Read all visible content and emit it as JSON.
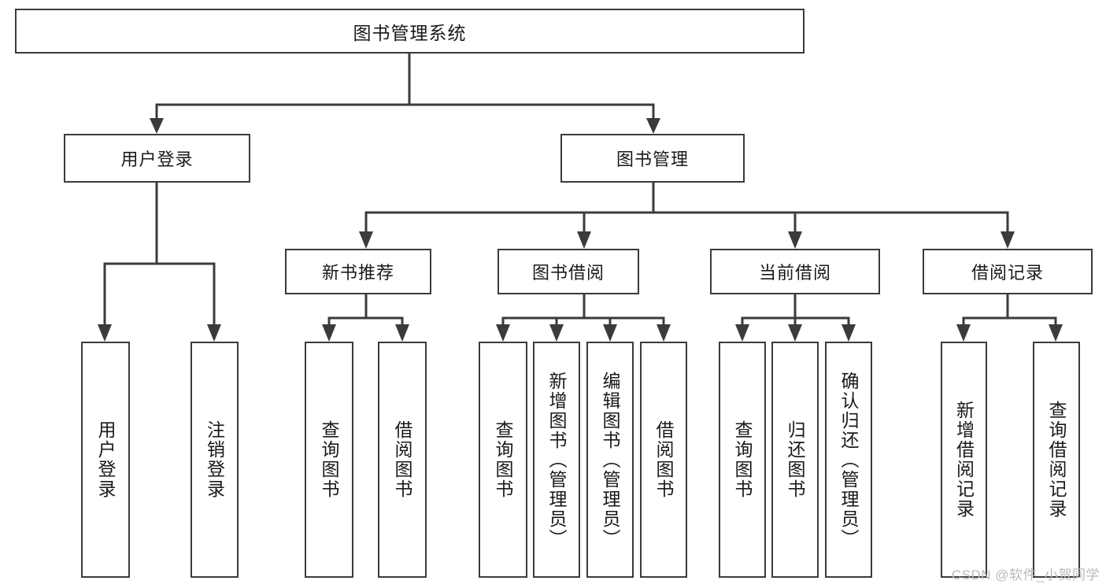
{
  "diagram": {
    "title": "图书管理系统",
    "type": "tree-hierarchy-diagram",
    "colors": {
      "stroke": "#3b3b3b",
      "background": "#ffffff",
      "text": "#1a1a1a",
      "watermark": "#b9b9b9"
    },
    "root": {
      "label": "图书管理系统"
    },
    "level2": [
      {
        "label": "用户登录"
      },
      {
        "label": "图书管理"
      }
    ],
    "level3": [
      {
        "label": "新书推荐"
      },
      {
        "label": "图书借阅"
      },
      {
        "label": "当前借阅"
      },
      {
        "label": "借阅记录"
      }
    ],
    "leaves": {
      "user_login": [
        {
          "label": "用户登录"
        },
        {
          "label": "注销登录"
        }
      ],
      "new_book": [
        {
          "label": "查询图书"
        },
        {
          "label": "借阅图书"
        }
      ],
      "book_borrow": [
        {
          "label": "查询图书"
        },
        {
          "label": "新增图书（管理员）"
        },
        {
          "label": "编辑图书（管理员）"
        },
        {
          "label": "借阅图书"
        }
      ],
      "current_borrow": [
        {
          "label": "查询图书"
        },
        {
          "label": "归还图书"
        },
        {
          "label": "确认归还（管理员）"
        }
      ],
      "borrow_record": [
        {
          "label": "新增借阅记录"
        },
        {
          "label": "查询借阅记录"
        }
      ]
    },
    "watermark": "CSDN @软件_小贺同学"
  }
}
